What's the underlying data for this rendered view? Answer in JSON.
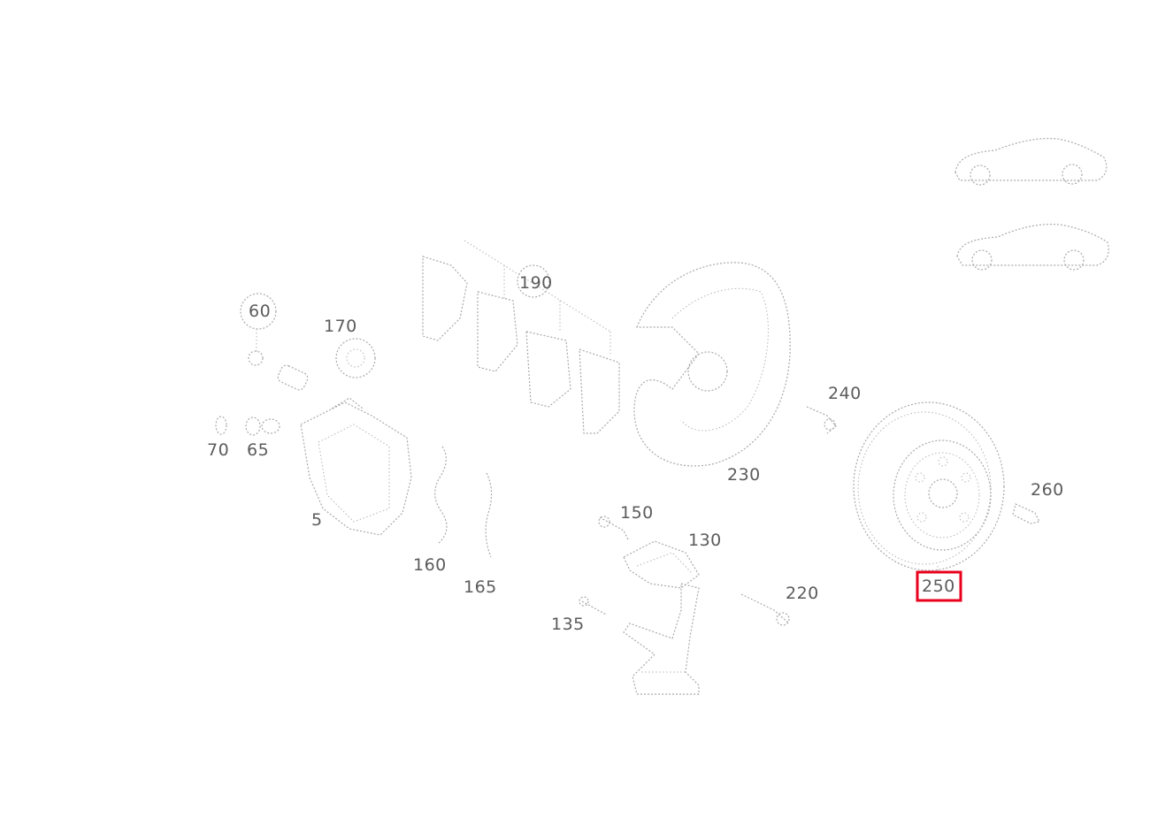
{
  "diagram": {
    "parts": [
      {
        "id": "p60",
        "label": "60",
        "selected": false
      },
      {
        "id": "p170",
        "label": "170",
        "selected": false
      },
      {
        "id": "p70",
        "label": "70",
        "selected": false
      },
      {
        "id": "p65",
        "label": "65",
        "selected": false
      },
      {
        "id": "p5",
        "label": "5",
        "selected": false
      },
      {
        "id": "p190",
        "label": "190",
        "selected": false
      },
      {
        "id": "p160",
        "label": "160",
        "selected": false
      },
      {
        "id": "p165",
        "label": "165",
        "selected": false
      },
      {
        "id": "p230",
        "label": "230",
        "selected": false
      },
      {
        "id": "p240",
        "label": "240",
        "selected": false
      },
      {
        "id": "p150",
        "label": "150",
        "selected": false
      },
      {
        "id": "p130",
        "label": "130",
        "selected": false
      },
      {
        "id": "p135",
        "label": "135",
        "selected": false
      },
      {
        "id": "p220",
        "label": "220",
        "selected": false
      },
      {
        "id": "p260",
        "label": "260",
        "selected": false
      },
      {
        "id": "p250",
        "label": "250",
        "selected": true
      }
    ],
    "highlight_color": "#e8001c"
  }
}
